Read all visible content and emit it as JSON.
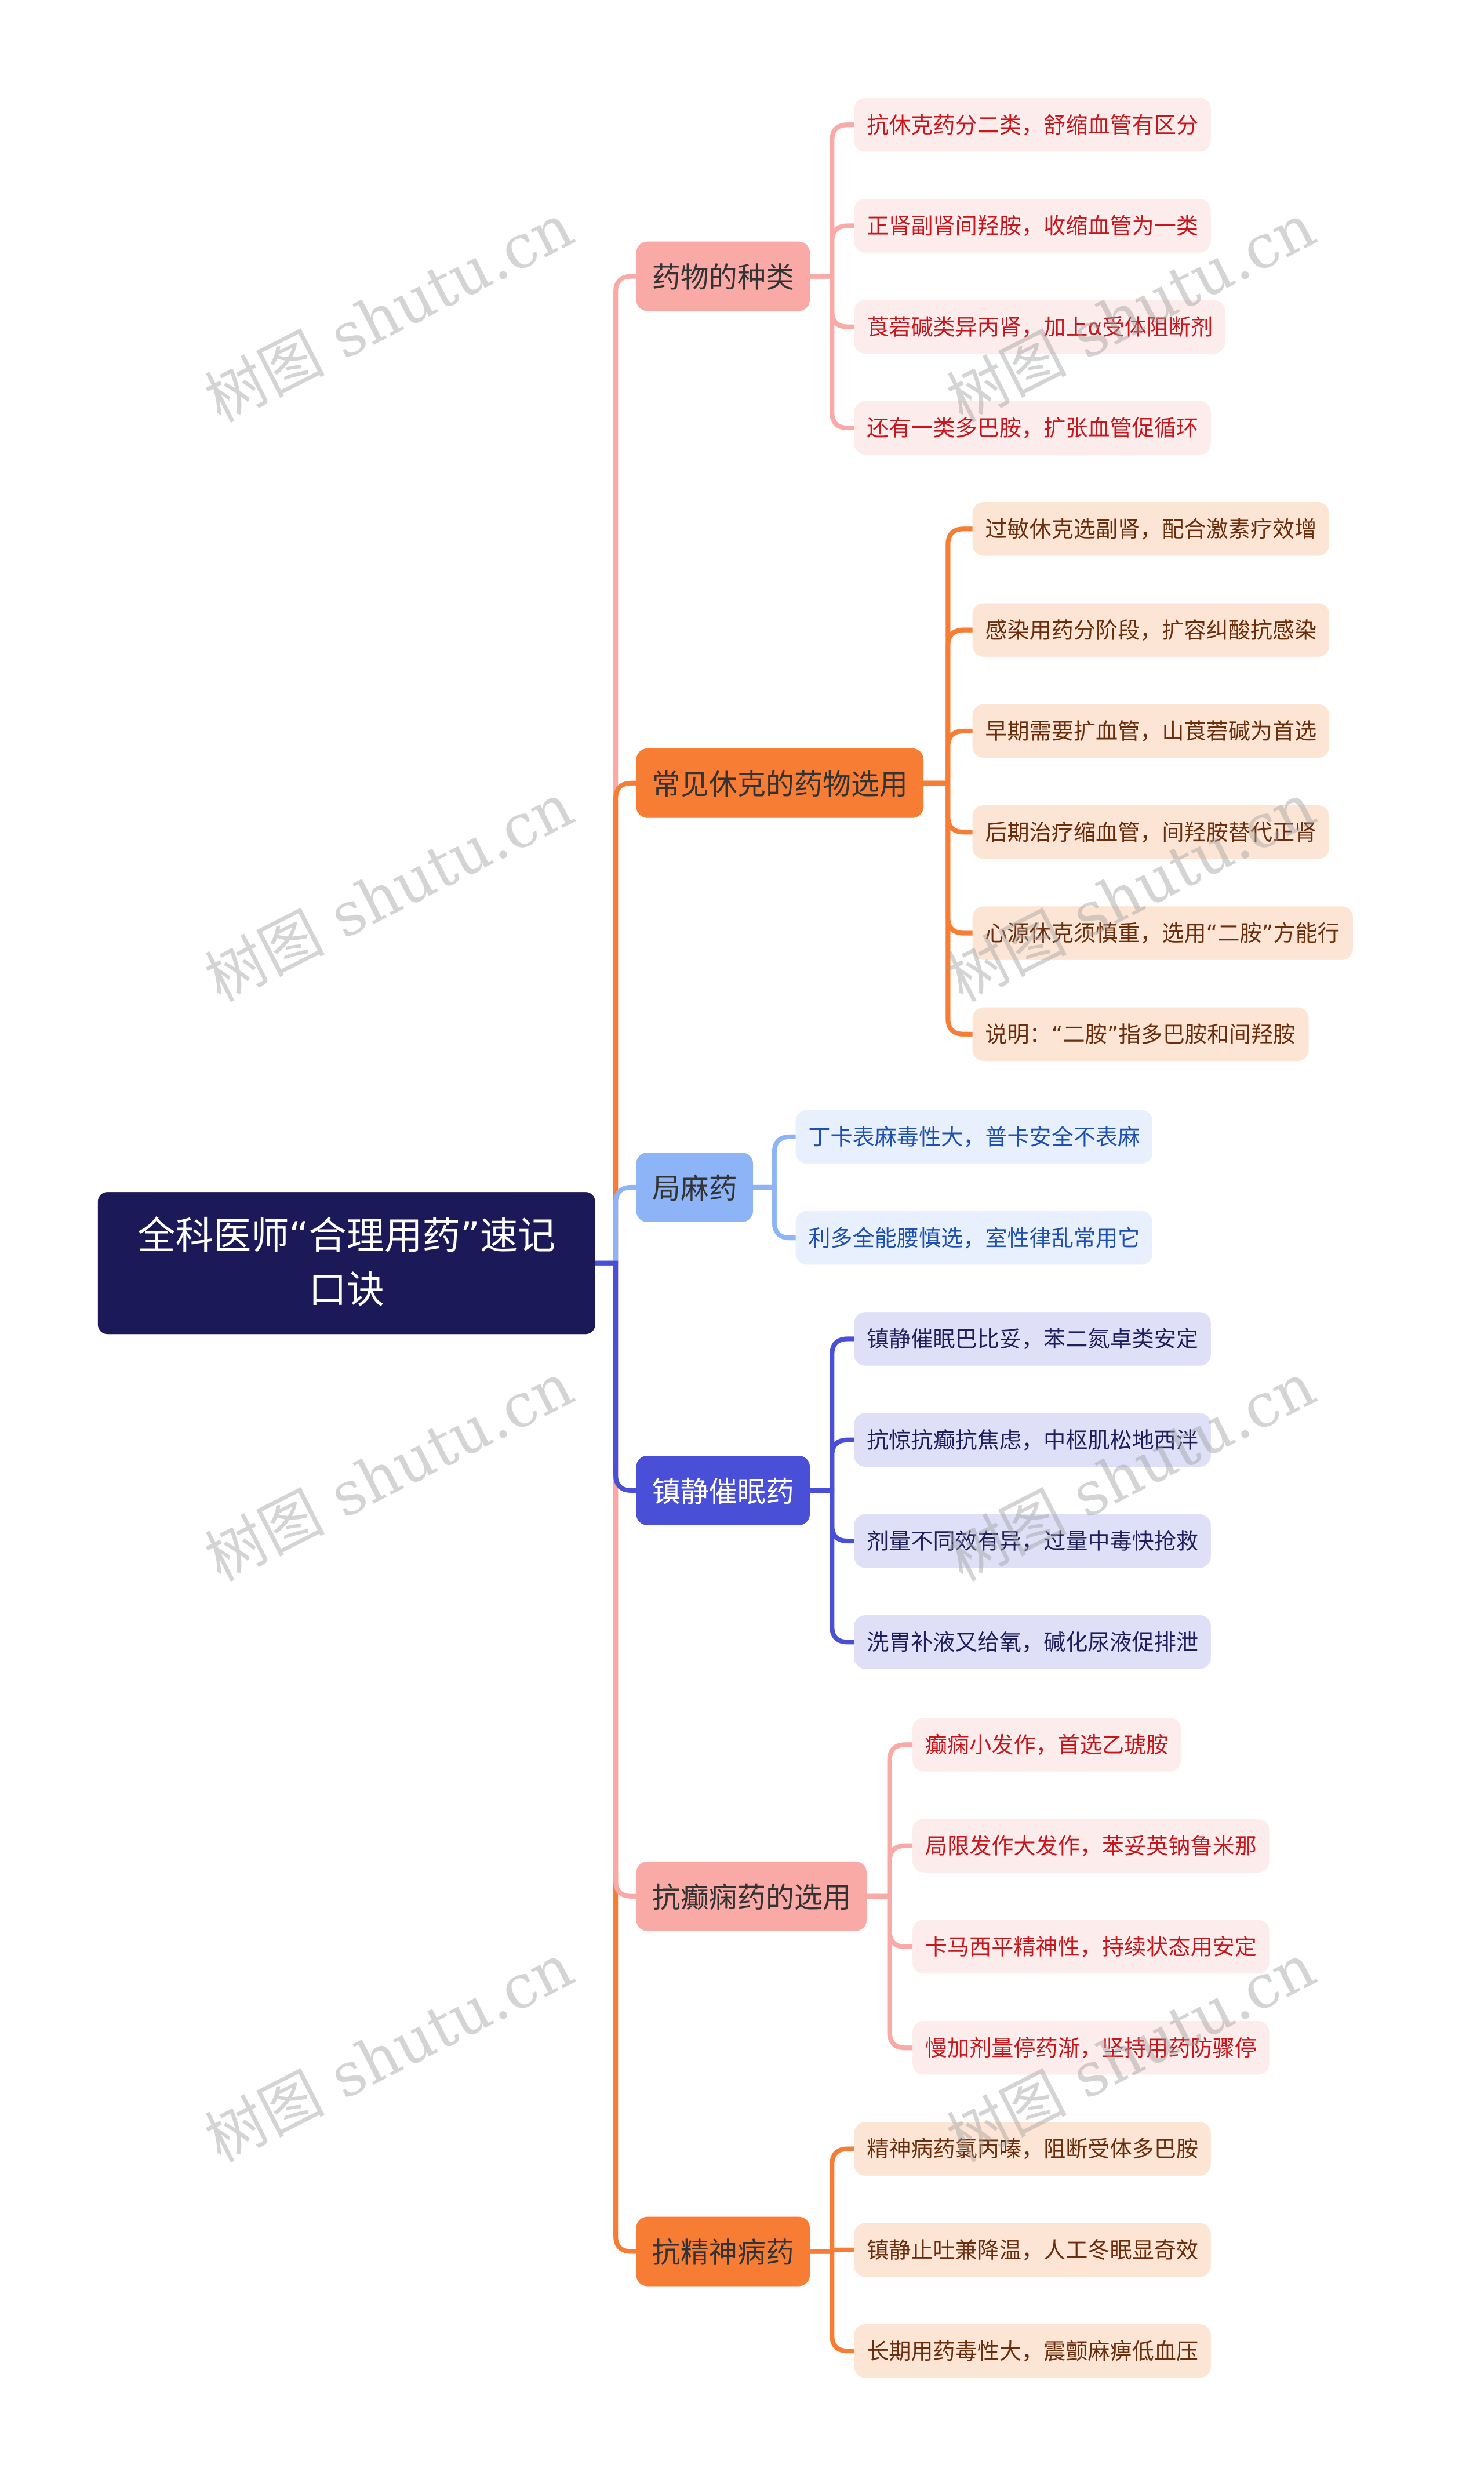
{
  "root": {
    "title": "全科医师“合理用药”速记口诀"
  },
  "watermark": "树图 shutu.cn",
  "branches": [
    {
      "label": "药物的种类",
      "color": "#f9a9a6",
      "text_color": "#333333",
      "leaf_bg": "#fdecec",
      "leaf_text": "#c8161d",
      "leaves": [
        "抗休克药分二类，舒缩血管有区分",
        "正肾副肾间羟胺，收缩血管为一类",
        "莨菪碱类异丙肾，加上α受体阻断剂",
        "还有一类多巴胺，扩张血管促循环"
      ]
    },
    {
      "label": "常见休克的药物选用",
      "color": "#f77d35",
      "text_color": "#333333",
      "leaf_bg": "#fde5d6",
      "leaf_text": "#6b2e0c",
      "leaves": [
        "过敏休克选副肾，配合激素疗效增",
        "感染用药分阶段，扩容纠酸抗感染",
        "早期需要扩血管，山莨菪碱为首选",
        "后期治疗缩血管，间羟胺替代正肾",
        "心源休克须慎重，选用“二胺”方能行",
        "说明：“二胺”指多巴胺和间羟胺"
      ]
    },
    {
      "label": "局麻药",
      "color": "#8db4f7",
      "text_color": "#333333",
      "leaf_bg": "#e8f0fd",
      "leaf_text": "#1e50b4",
      "leaves": [
        "丁卡表麻毒性大，普卡安全不表麻",
        "利多全能腰慎选，室性律乱常用它"
      ]
    },
    {
      "label": "镇静催眠药",
      "color": "#4a4fd8",
      "text_color": "#ffffff",
      "leaf_bg": "#dfe0f8",
      "leaf_text": "#1f1f5e",
      "leaves": [
        "镇静催眠巴比妥，苯二氮卓类安定",
        "抗惊抗癫抗焦虑，中枢肌松地西泮",
        "剂量不同效有异，过量中毒快抢救",
        "洗胃补液又给氧，碱化尿液促排泄"
      ]
    },
    {
      "label": "抗癫痫药的选用",
      "color": "#f9a9a6",
      "text_color": "#333333",
      "leaf_bg": "#fdecec",
      "leaf_text": "#c8161d",
      "leaves": [
        "癫痫小发作，首选乙琥胺",
        "局限发作大发作，苯妥英钠鲁米那",
        "卡马西平精神性，持续状态用安定",
        "慢加剂量停药渐，坚持用药防骤停"
      ]
    },
    {
      "label": "抗精神病药",
      "color": "#f77d35",
      "text_color": "#333333",
      "leaf_bg": "#fde5d6",
      "leaf_text": "#6b2e0c",
      "leaves": [
        "精神病药氯丙嗪，阻断受体多巴胺",
        "镇静止吐兼降温，人工冬眠显奇效",
        "长期用药毒性大，震颤麻痹低血压"
      ]
    }
  ]
}
